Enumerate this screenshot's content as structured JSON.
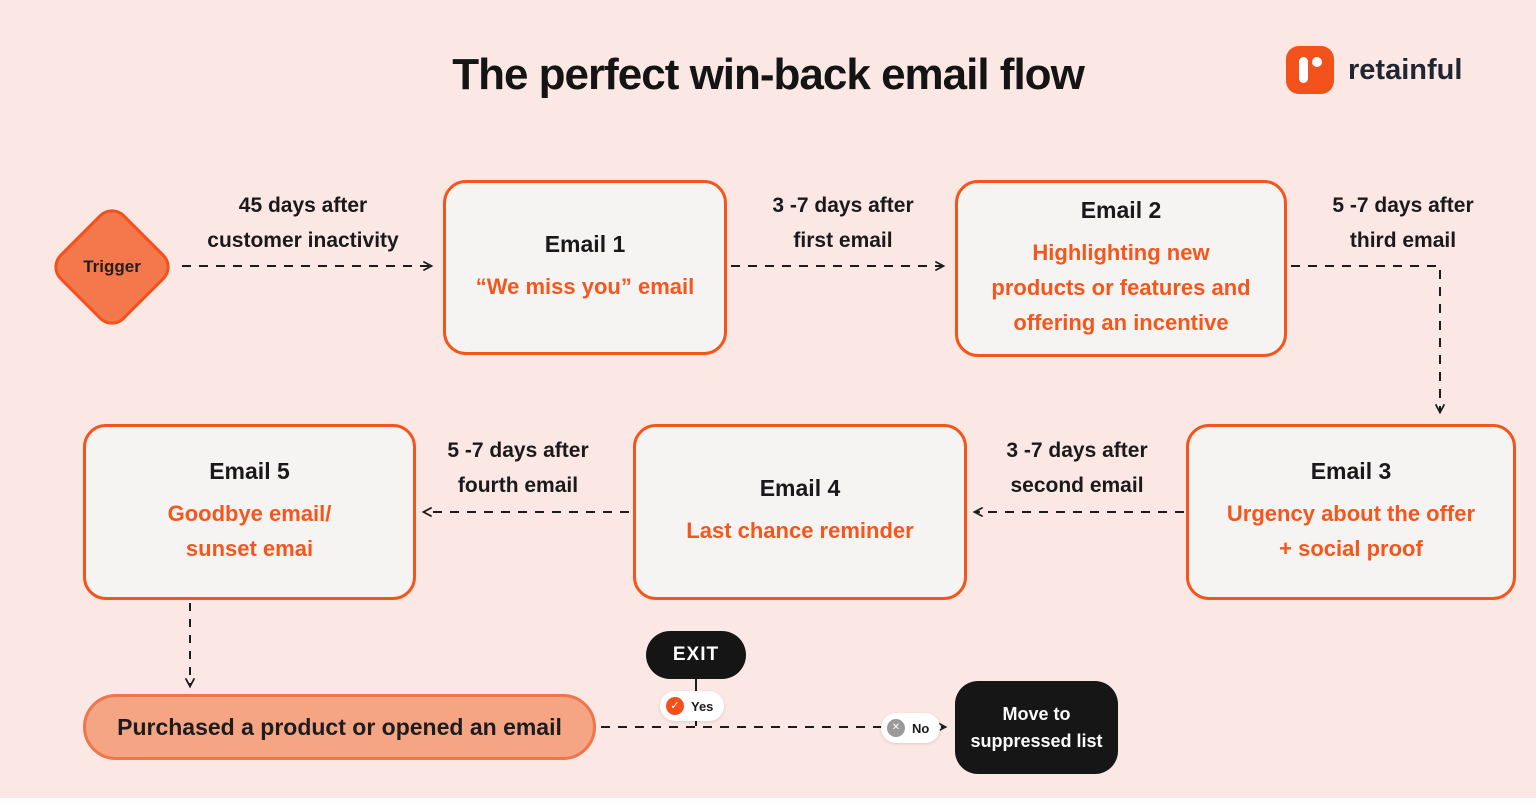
{
  "page": {
    "title": "The perfect win-back email flow",
    "brand": "retainful"
  },
  "colors": {
    "background": "#fbe7e3",
    "accent_orange": "#f3561c",
    "orange_text": "#f4571d",
    "diamond_fill": "#f5784d",
    "outcome_pill_fill": "#f5a484",
    "node_fill": "#f6f4f2",
    "dark_node": "#161616",
    "text_dark": "#19191b"
  },
  "flow": {
    "trigger": {
      "label": "Trigger"
    },
    "connectors": [
      {
        "label": "45 days after\ncustomer inactivity"
      },
      {
        "label": "3 -7 days after\nfirst email"
      },
      {
        "label": "5 -7 days after\nthird email"
      },
      {
        "label": "3 -7 days after\nsecond email"
      },
      {
        "label": "5 -7 days after\nfourth email"
      }
    ],
    "emails": [
      {
        "title": "Email 1",
        "desc": "“We miss you” email"
      },
      {
        "title": "Email 2",
        "desc": "Highlighting new\nproducts or features and\noffering an incentive"
      },
      {
        "title": "Email 3",
        "desc": "Urgency about the offer\n+ social proof"
      },
      {
        "title": "Email 4",
        "desc": "Last chance reminder"
      },
      {
        "title": "Email 5",
        "desc": "Goodbye email/\nsunset emai"
      }
    ],
    "outcome": {
      "label": "Purchased a product or opened an email"
    },
    "exit_label": "EXIT",
    "yes_label": "Yes",
    "no_label": "No",
    "suppressed_label": "Move to suppressed list"
  }
}
